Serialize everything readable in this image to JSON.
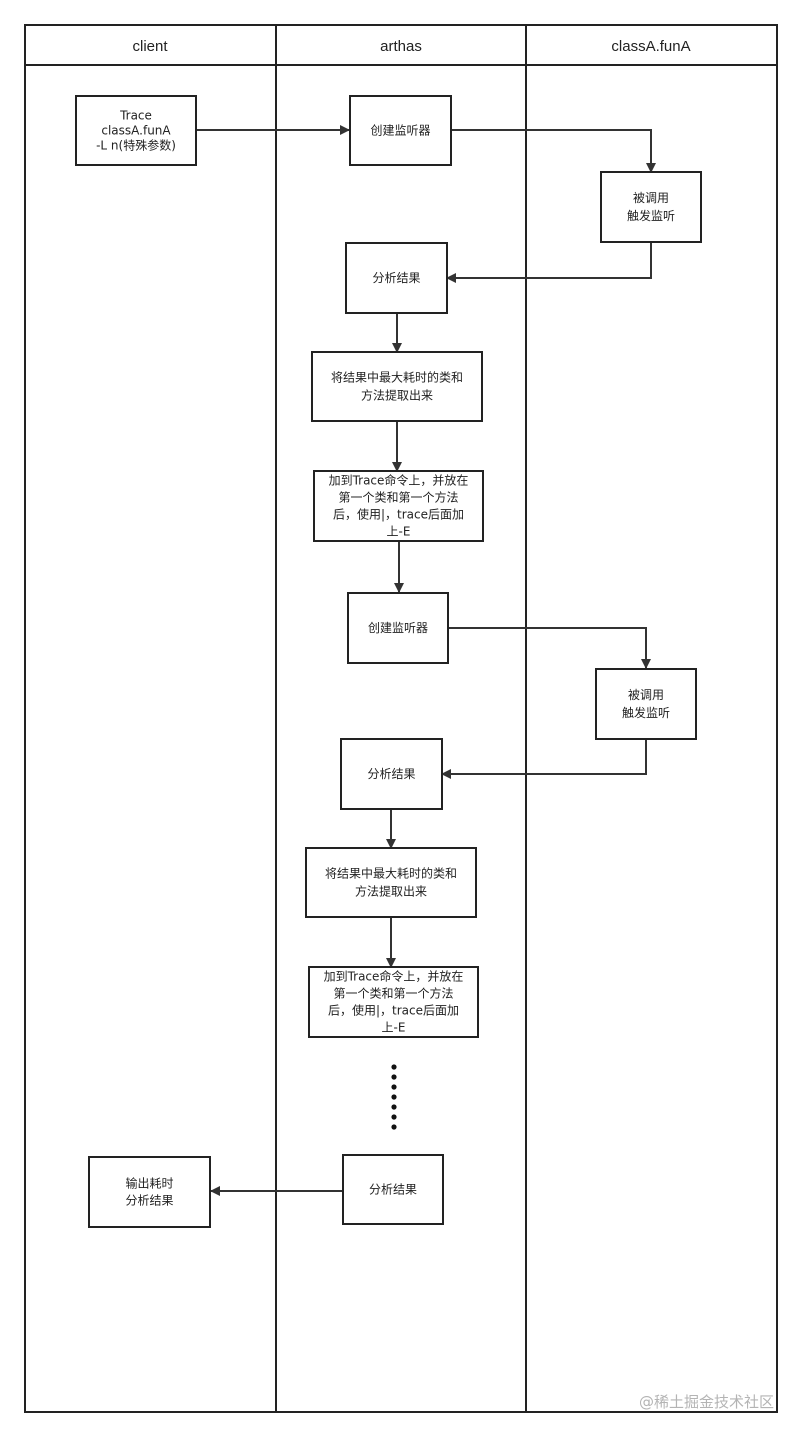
{
  "lanes": [
    "client",
    "arthas",
    "classA.funA"
  ],
  "nodes": {
    "trace_cmd": [
      "Trace",
      "classA.funA",
      "-L n(特殊参数)"
    ],
    "create_listener_1": [
      "创建监听器"
    ],
    "invoked_1": [
      "被调用",
      "触发监听"
    ],
    "analyze_1": [
      "分析结果"
    ],
    "extract_1": [
      "将结果中最大耗时的类和",
      "方法提取出来"
    ],
    "append_1": [
      "加到Trace命令上，并放在",
      "第一个类和第一个方法",
      "后，使用|，trace后面加",
      "上-E"
    ],
    "create_listener_2": [
      "创建监听器"
    ],
    "invoked_2": [
      "被调用",
      "触发监听"
    ],
    "analyze_2": [
      "分析结果"
    ],
    "extract_2": [
      "将结果中最大耗时的类和",
      "方法提取出来"
    ],
    "append_2": [
      "加到Trace命令上，并放在",
      "第一个类和第一个方法",
      "后，使用|，trace后面加",
      "上-E"
    ],
    "analyze_final": [
      "分析结果"
    ],
    "output": [
      "输出耗时",
      "分析结果"
    ]
  },
  "watermark": "@稀土掘金技术社区",
  "colors": {
    "line": "#222222",
    "watermark": "#b4b4b4"
  }
}
